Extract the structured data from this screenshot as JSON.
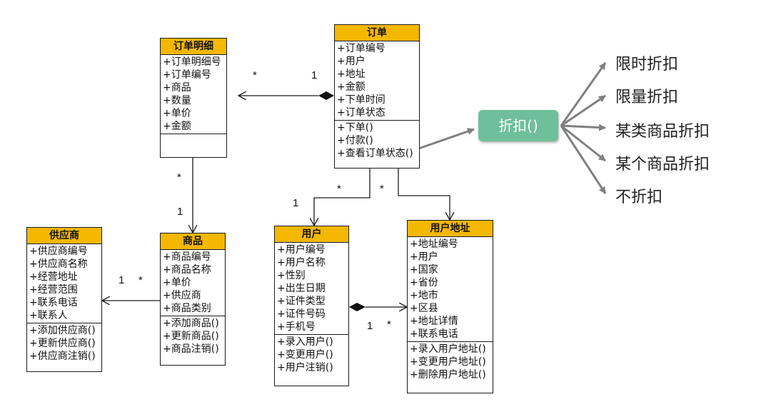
{
  "classes": {
    "order_detail": {
      "name": "订单明细",
      "attrs": [
        "+订单明细号",
        "+订单编号",
        "+商品",
        "+数量",
        "+单价",
        "+金额"
      ],
      "methods": []
    },
    "order": {
      "name": "订单",
      "attrs": [
        "+订单编号",
        "+用户",
        "+地址",
        "+金额",
        "+下单时间",
        "+订单状态"
      ],
      "methods": [
        "+下单()",
        "+付款()",
        "+查看订单状态()"
      ]
    },
    "supplier": {
      "name": "供应商",
      "attrs": [
        "+供应商编号",
        "+供应商名称",
        "+经营地址",
        "+经营范围",
        "+联系电话",
        "+联系人"
      ],
      "methods": [
        "+添加供应商()",
        "+更新供应商()",
        "+供应商注销()"
      ]
    },
    "product": {
      "name": "商品",
      "attrs": [
        "+商品编号",
        "+商品名称",
        "+单价",
        "+供应商",
        "+商品类别"
      ],
      "methods": [
        "+添加商品()",
        "+更新商品()",
        "+商品注销()"
      ]
    },
    "user": {
      "name": "用户",
      "attrs": [
        "+用户编号",
        "+用户名称",
        "+性别",
        "+出生日期",
        "+证件类型",
        "+证件号码",
        "+手机号"
      ],
      "methods": [
        "+录入用户()",
        "+变更用户()",
        "+用户注销()"
      ]
    },
    "address": {
      "name": "用户地址",
      "attrs": [
        "+地址编号",
        "+用户",
        "+国家",
        "+省份",
        "+地市",
        "+区县",
        "+地址详情",
        "+联系电话"
      ],
      "methods": [
        "+录入用户地址()",
        "+变更用户地址()",
        "+删除用户地址()"
      ]
    }
  },
  "multiplicities": {
    "order_detail_star": "*",
    "order_one": "1",
    "detail_down_star": "*",
    "product_one": "1",
    "supplier_one": "1",
    "product_star": "*",
    "order_user_star": "*",
    "user_one": "1",
    "order_addr_star": "*",
    "user_addr_one": "1",
    "addr_star": "*"
  },
  "discount": {
    "label": "折扣()",
    "options": [
      "限时折扣",
      "限量折扣",
      "某类商品折扣",
      "某个商品折扣",
      "不折扣"
    ],
    "color": "#6fbf9a"
  },
  "colors": {
    "class_header": "#f5b800",
    "arrow": "#808080"
  }
}
